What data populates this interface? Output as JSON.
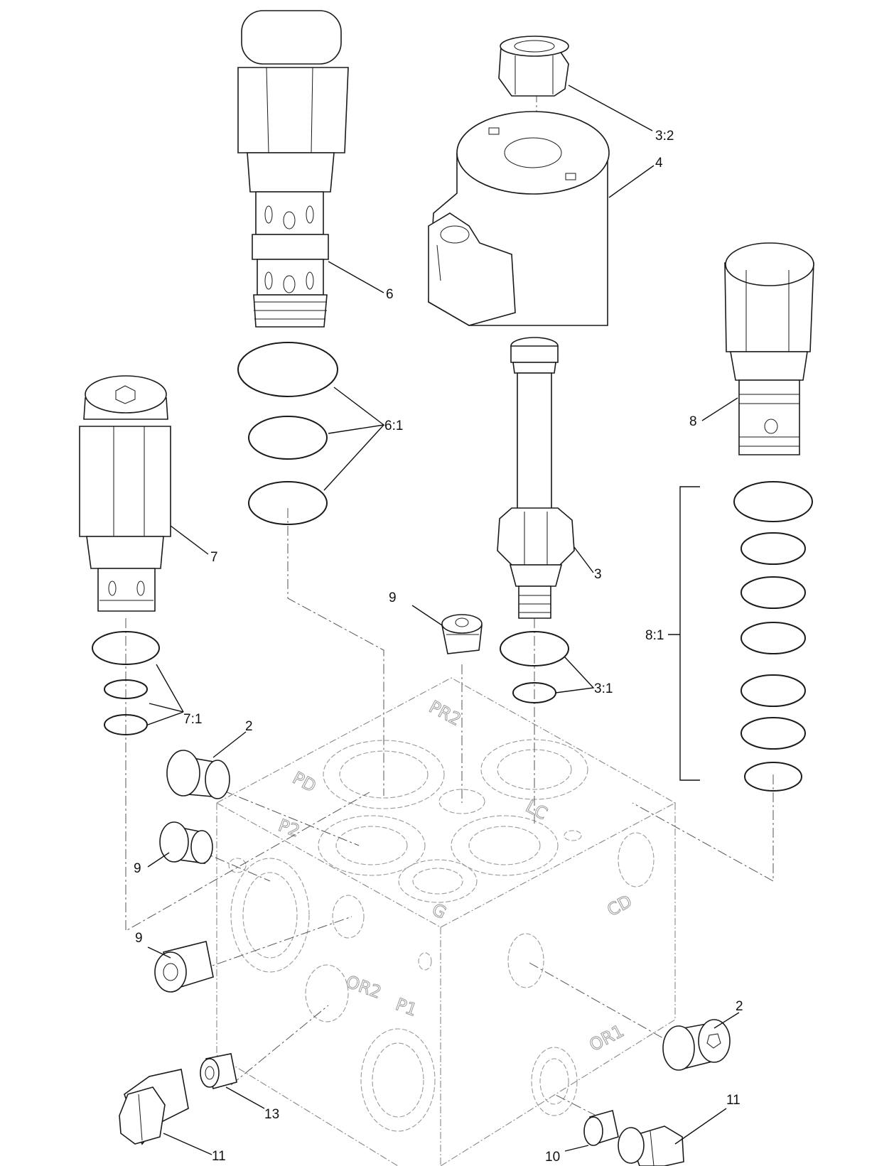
{
  "callouts": {
    "c_3_2": "3:2",
    "c_4": "4",
    "c_6": "6",
    "c_6_1": "6:1",
    "c_8": "8",
    "c_7": "7",
    "c_3": "3",
    "c_9_top": "9",
    "c_8_1": "8:1",
    "c_3_1": "3:1",
    "c_7_1": "7:1",
    "c_2_left": "2",
    "c_9_left": "9",
    "c_9_bottom": "9",
    "c_2_right": "2",
    "c_13": "13",
    "c_11_left": "11",
    "c_11_right": "11",
    "c_10": "10"
  },
  "port_labels": {
    "pr2": "PR2",
    "pd": "PD",
    "p2": "P2",
    "lc": "LC",
    "g": "G",
    "cd": "CD",
    "or2": "OR2",
    "p1": "P1",
    "or1": "OR1"
  }
}
